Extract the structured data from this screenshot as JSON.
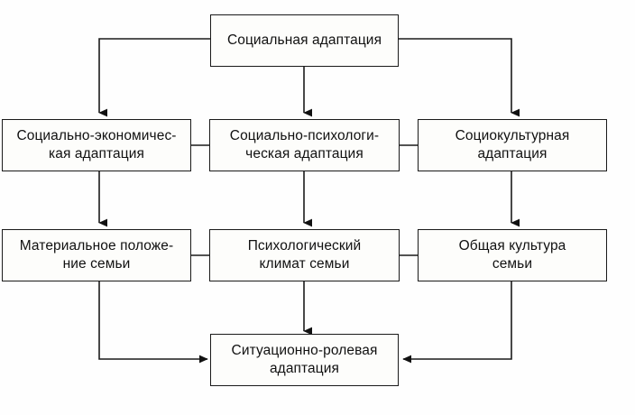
{
  "diagram": {
    "title": "Социальная адаптация",
    "language": "ru",
    "nodes": {
      "root": {
        "label": "Социальная адаптация"
      },
      "socio_economic": {
        "label": "Социально-экономичес-\nкая адаптация"
      },
      "socio_psychological": {
        "label": "Социально-психологи-\nческая адаптация"
      },
      "sociocultural": {
        "label": "Социокультурная\nадаптация"
      },
      "material_status": {
        "label": "Материальное положе-\nние семьи"
      },
      "psychological_climate": {
        "label": "Психологический\nклимат семьи"
      },
      "general_culture": {
        "label": "Общая культура\nсемьи"
      },
      "situational_role": {
        "label": "Ситуационно-ролевая\nадаптация"
      }
    },
    "edges": [
      {
        "from": "root",
        "to": "socio_economic",
        "style": "elbow-left-down"
      },
      {
        "from": "root",
        "to": "socio_psychological",
        "style": "straight-down"
      },
      {
        "from": "root",
        "to": "sociocultural",
        "style": "elbow-right-down"
      },
      {
        "from": "socio_economic",
        "to": "material_status",
        "style": "straight-down"
      },
      {
        "from": "socio_psychological",
        "to": "psychological_climate",
        "style": "straight-down"
      },
      {
        "from": "sociocultural",
        "to": "general_culture",
        "style": "straight-down"
      },
      {
        "from": "socio_economic",
        "to": "socio_psychological",
        "style": "horizontal-link"
      },
      {
        "from": "socio_psychological",
        "to": "sociocultural",
        "style": "horizontal-link"
      },
      {
        "from": "material_status",
        "to": "psychological_climate",
        "style": "horizontal-link"
      },
      {
        "from": "psychological_climate",
        "to": "general_culture",
        "style": "horizontal-link"
      },
      {
        "from": "material_status",
        "to": "situational_role",
        "style": "elbow-down-right"
      },
      {
        "from": "psychological_climate",
        "to": "situational_role",
        "style": "straight-down"
      },
      {
        "from": "general_culture",
        "to": "situational_role",
        "style": "elbow-down-left"
      }
    ],
    "colors": {
      "stroke": "#1a1a1a",
      "box_fill": "#fdfdfb",
      "background": "#fefefe",
      "text": "#111111"
    }
  }
}
